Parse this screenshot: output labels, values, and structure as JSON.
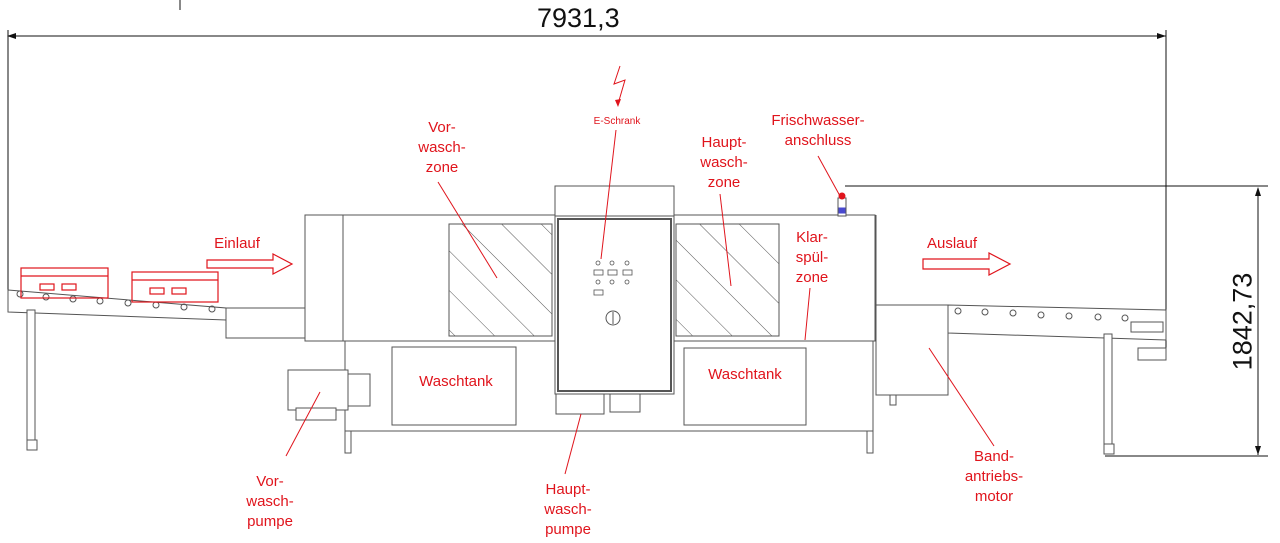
{
  "dimensions": {
    "width": "7931,3",
    "height": "1842,73"
  },
  "labels": {
    "vorwaschzone": [
      "Vor-",
      "wasch-",
      "zone"
    ],
    "eschrank": "E-Schrank",
    "hauptwaschzone": [
      "Haupt-",
      "wasch-",
      "zone"
    ],
    "frischwasser": [
      "Frischwasser-",
      "anschluss"
    ],
    "einlauf": "Einlauf",
    "auslauf": "Auslauf",
    "klarspuelzone": [
      "Klar-",
      "spül-",
      "zone"
    ],
    "waschtank_left": "Waschtank",
    "waschtank_right": "Waschtank",
    "vorwaschpumpe": [
      "Vor-",
      "wasch-",
      "pumpe"
    ],
    "hauptwaschpumpe": [
      "Haupt-",
      "wasch-",
      "pumpe"
    ],
    "bandantriebsmotor": [
      "Band-",
      "antriebs-",
      "motor"
    ]
  },
  "colors": {
    "annotation": "#e0141c",
    "line": "#444444",
    "dimension": "#111111"
  }
}
